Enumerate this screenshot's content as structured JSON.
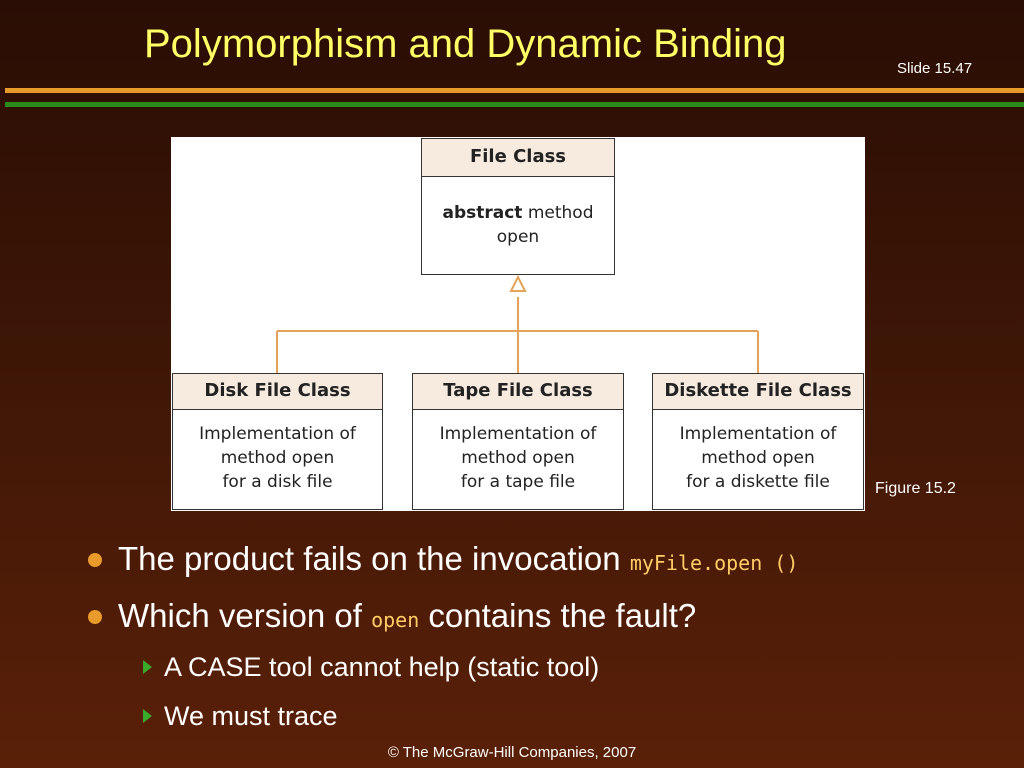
{
  "slide": {
    "title": "Polymorphism and Dynamic Binding",
    "number": "Slide 15.47",
    "footer": "© The McGraw-Hill Companies, 2007"
  },
  "colors": {
    "title": "#ffff66",
    "rule_orange": "#e89a2a",
    "rule_green": "#2a8a1a",
    "connector": "#e3a35a",
    "header_fill": "#f7ebe0"
  },
  "figure": {
    "caption": "Figure 15.2",
    "parent": {
      "header": "File Class",
      "body_bold": "abstract",
      "body_rest": " method",
      "body_line2": "open"
    },
    "children": [
      {
        "header": "Disk File Class",
        "body": [
          "Implementation of",
          "method open",
          "for a disk file"
        ]
      },
      {
        "header": "Tape File Class",
        "body": [
          "Implementation of",
          "method open",
          "for a tape file"
        ]
      },
      {
        "header": "Diskette File Class",
        "body": [
          "Implementation of",
          "method open",
          "for a diskette file"
        ]
      }
    ]
  },
  "bullets": [
    {
      "text": "The product fails on the invocation ",
      "code": "myFile.open ()",
      "after": ""
    },
    {
      "text": "Which version of ",
      "code": "open",
      "after": " contains the fault?"
    }
  ],
  "sub_bullets": [
    "A CASE tool cannot help (static tool)",
    "We must trace"
  ]
}
